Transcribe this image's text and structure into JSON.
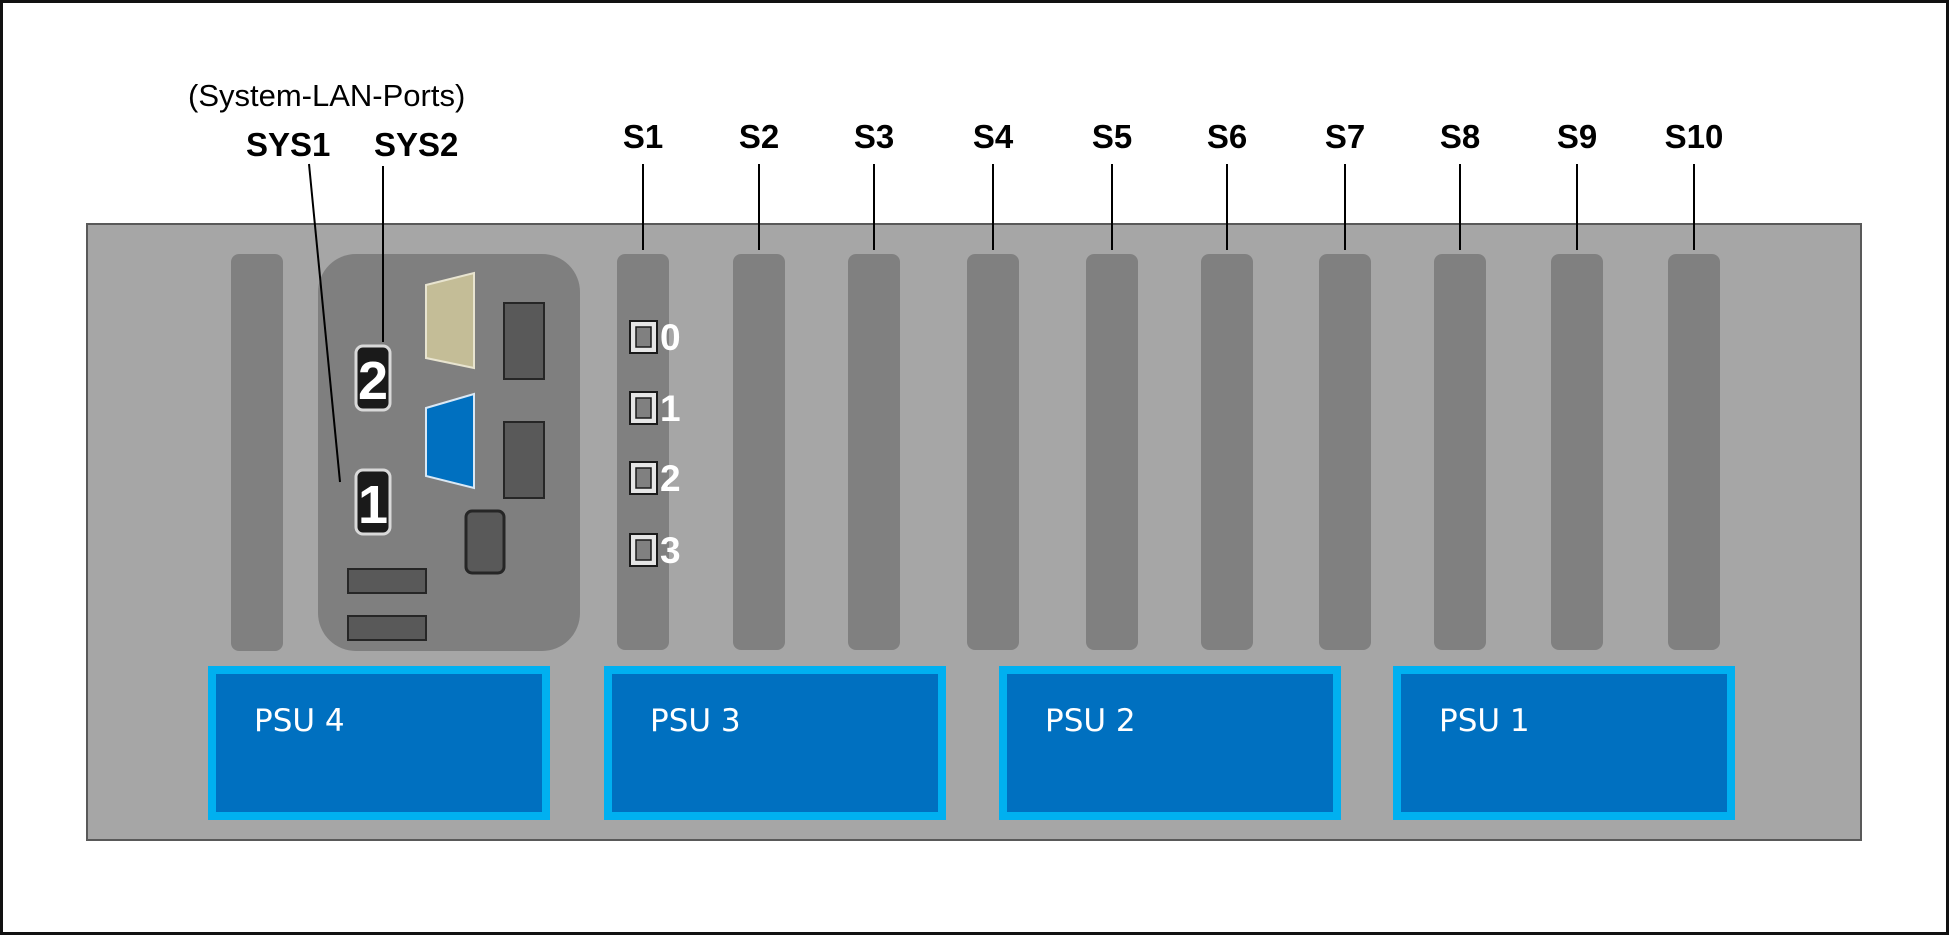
{
  "header": {
    "group_label": "(System-LAN-Ports)",
    "sys_labels": [
      "SYS1",
      "SYS2"
    ]
  },
  "slots": [
    "S1",
    "S2",
    "S3",
    "S4",
    "S5",
    "S6",
    "S7",
    "S8",
    "S9",
    "S10"
  ],
  "system_ports": [
    "1",
    "2"
  ],
  "s1_lan_ports": [
    "0",
    "1",
    "2",
    "3"
  ],
  "psus": [
    "PSU 4",
    "PSU 3",
    "PSU 2",
    "PSU 1"
  ],
  "colors": {
    "chassis": "#a6a6a6",
    "slot": "#808080",
    "io_panel": "#8c8c8c",
    "psu_fill": "#0070c0",
    "psu_border": "#00b0f0",
    "vga_port": "#0070c0",
    "serial_port": "#c4bd97"
  }
}
